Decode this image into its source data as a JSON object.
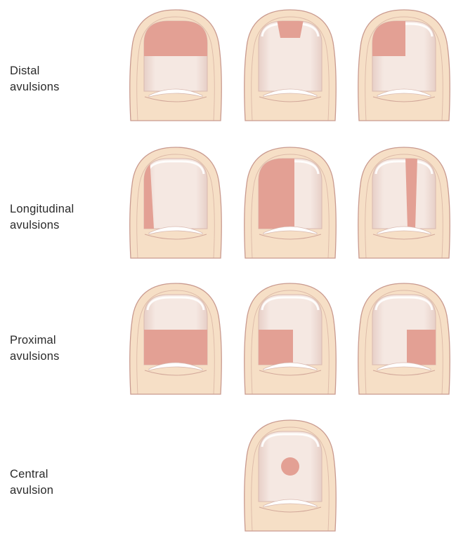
{
  "colors": {
    "skin": "#f6dfc6",
    "skin_stroke": "#c99a8f",
    "nail": "#f4e6df",
    "nail_shade": "#e9d3cc",
    "nail_edge": "#ffffff",
    "avulsion": "#e3a094"
  },
  "rows": [
    {
      "label_line1": "Distal",
      "label_line2": "avulsions",
      "nails": [
        {
          "avulsion": "distal-full"
        },
        {
          "avulsion": "distal-central-wedge"
        },
        {
          "avulsion": "distal-lateral-quadrant"
        }
      ]
    },
    {
      "label_line1": "Longitudinal",
      "label_line2": "avulsions",
      "nails": [
        {
          "avulsion": "longitudinal-lateral-sliver"
        },
        {
          "avulsion": "longitudinal-half"
        },
        {
          "avulsion": "longitudinal-central-strip"
        }
      ]
    },
    {
      "label_line1": "Proximal",
      "label_line2": "avulsions",
      "nails": [
        {
          "avulsion": "proximal-full"
        },
        {
          "avulsion": "proximal-lateral-quadrant"
        },
        {
          "avulsion": "proximal-opposite-quadrant"
        }
      ]
    },
    {
      "label_line1": "Central",
      "label_line2": "avulsion",
      "nails": [
        {
          "avulsion": "central-circle"
        }
      ]
    }
  ]
}
